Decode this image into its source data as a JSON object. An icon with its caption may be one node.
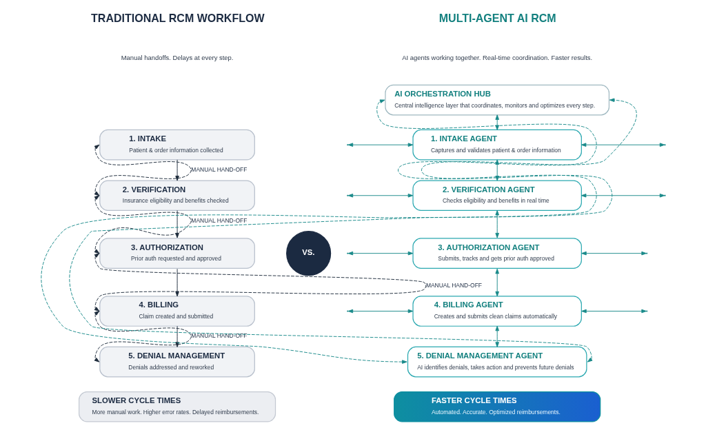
{
  "diagram": {
    "nodes": [
      {
        "text": [
          "1. INTAKE",
          "Patient & order information collected"
        ]
      },
      {
        "text": [
          "2. VERIFICATION",
          "Insurance eligibility and benefits checked"
        ]
      },
      {
        "text": [
          "3. AUTHORIZATION",
          "Prior auth requested and approved"
        ]
      },
      {
        "text": [
          "4. BILLING",
          "Claim created and submitted"
        ]
      },
      {
        "text": [
          "5. DENIAL MANAGEMENT",
          "Denials addressed and reworked"
        ]
      },
      {
        "text": [
          "SLOWER CYCLE TIMES",
          "More manual work. Higher error rates. Delayed reimbursements."
        ]
      },
      {
        "text": [
          "VS."
        ]
      },
      {
        "text": [
          "AI ORCHESTRATION HUB",
          "Central intelligence layer that coordinates, monitors and optimizes every step."
        ]
      },
      {
        "text": [
          "1. INTAKE AGENT",
          "Captures and validates patient & order information"
        ]
      },
      {
        "text": [
          "2. VERIFICATION AGENT",
          "Checks eligibility and benefits in real time"
        ]
      },
      {
        "text": [
          "3. AUTHORIZATION AGENT",
          "Submits, tracks and gets prior auth approved"
        ]
      },
      {
        "text": [
          "4. BILLING AGENT",
          "Creates and submits clean claims automatically"
        ]
      },
      {
        "text": [
          "5. DENIAL MANAGEMENT AGENT",
          "AI identifies denials, takes action and prevents future denials"
        ]
      },
      {
        "text": [
          "FASTER CYCLE TIMES",
          "Automated. Accurate. Optimized reimbursements."
        ]
      }
    ],
    "edges": [
      {
        "from": 0,
        "to": 1,
        "arrow": "to",
        "color": "#1f2d3d"
      },
      {
        "from": 1,
        "to": 2,
        "arrow": "to",
        "color": "#1f2d3d"
      },
      {
        "from": 2,
        "to": 3,
        "arrow": "to",
        "color": "#1f2d3d"
      },
      {
        "from": 3,
        "to": 4,
        "arrow": "to",
        "color": "#1f2d3d"
      },
      {
        "from": 0,
        "to": 1,
        "arrow": "both",
        "style": "dashed",
        "label": "MANUAL HAND-OFF",
        "color": "#1f2d3d"
      },
      {
        "from": 1,
        "to": 2,
        "arrow": "both",
        "style": "dashed",
        "label": "MANUAL HAND-OFF",
        "color": "#1f2d3d"
      },
      {
        "from": 2,
        "to": 3,
        "arrow": "both",
        "style": "dashed",
        "label": "MANUAL HAND-OFF",
        "color": "#1f2d3d"
      },
      {
        "from": 3,
        "to": 4,
        "arrow": "both",
        "style": "dashed",
        "label": "MANUAL HAND-OFF",
        "color": "#1f2d3d"
      },
      {
        "from": 7,
        "to": 8,
        "arrow": "both"
      },
      {
        "from": 8,
        "to": 9,
        "arrow": "both"
      },
      {
        "from": 9,
        "to": 10,
        "arrow": "both"
      },
      {
        "from": 10,
        "to": 11,
        "arrow": "both"
      },
      {
        "from": 11,
        "to": 12,
        "arrow": "both"
      },
      {
        "from": null,
        "to": 8,
        "arrow": "both"
      },
      {
        "from": 8,
        "to": null,
        "arrow": "both"
      },
      {
        "from": null,
        "to": 9,
        "arrow": "both"
      },
      {
        "from": 9,
        "to": null,
        "arrow": "both"
      },
      {
        "from": null,
        "to": 10,
        "arrow": "both"
      },
      {
        "from": 10,
        "to": null,
        "arrow": "both"
      },
      {
        "from": null,
        "to": 11,
        "arrow": "both"
      },
      {
        "from": 11,
        "to": null,
        "arrow": "both"
      },
      {
        "from": 12,
        "to": 7,
        "arrow": "both",
        "style": "dashed"
      },
      {
        "from": 12,
        "to": 7,
        "arrow": "both",
        "style": "dashed"
      }
    ],
    "labels": [
      "TRADITIONAL RCM WORKFLOW",
      "Manual handoffs. Delays at every step.",
      "MULTI-AGENT AI RCM",
      "AI agents working together. Real-time coordination. Faster results."
    ]
  }
}
